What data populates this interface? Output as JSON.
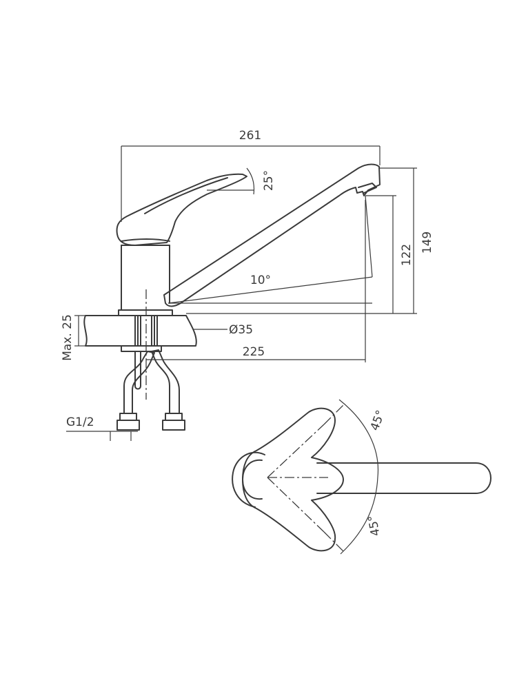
{
  "dimensions": {
    "overall_length": "261",
    "handle_angle": "25°",
    "total_height": "149",
    "spout_height": "122",
    "spout_angle": "10°",
    "base_diameter": "Ø35",
    "spout_reach": "225",
    "max_thickness": "Max. 25",
    "connection": "G1/2",
    "swivel_left": "45°",
    "swivel_right": "45°"
  }
}
